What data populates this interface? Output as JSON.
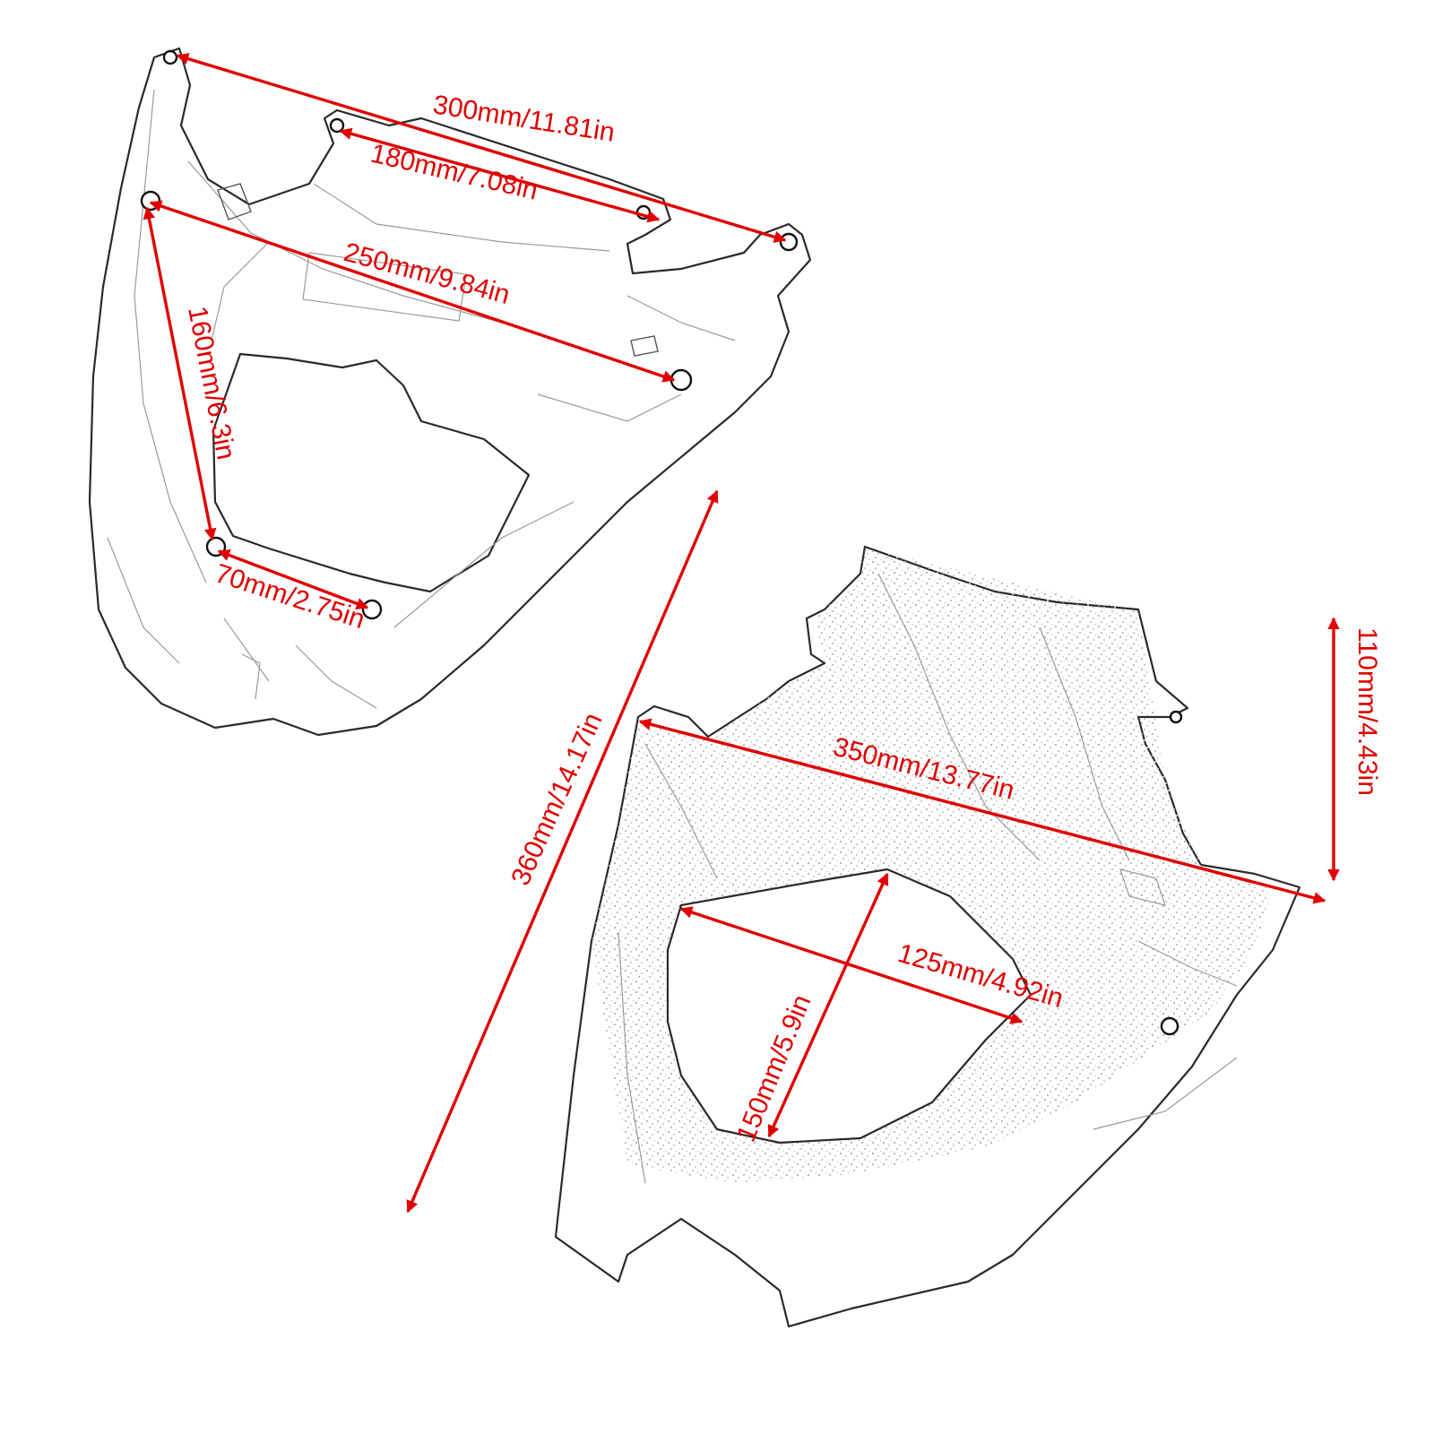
{
  "accent_color": "#e00000",
  "upper_part": {
    "dimensions": [
      {
        "id": "top-width",
        "label": "300mm/11.81in"
      },
      {
        "id": "inner-width",
        "label": "180mm/7.08in"
      },
      {
        "id": "hole-span",
        "label": "250mm/9.84in"
      },
      {
        "id": "side-height",
        "label": "160mm/6.3in"
      },
      {
        "id": "bottom-holes",
        "label": "70mm/2.75in"
      }
    ]
  },
  "lower_part": {
    "dimensions": [
      {
        "id": "overall-length",
        "label": "360mm/14.17in"
      },
      {
        "id": "full-width",
        "label": "350mm/13.77in"
      },
      {
        "id": "edge-height",
        "label": "110mm/4.43in"
      },
      {
        "id": "opening-width",
        "label": "125mm/4.92in"
      },
      {
        "id": "opening-height",
        "label": "150mm/5.9in"
      }
    ]
  }
}
